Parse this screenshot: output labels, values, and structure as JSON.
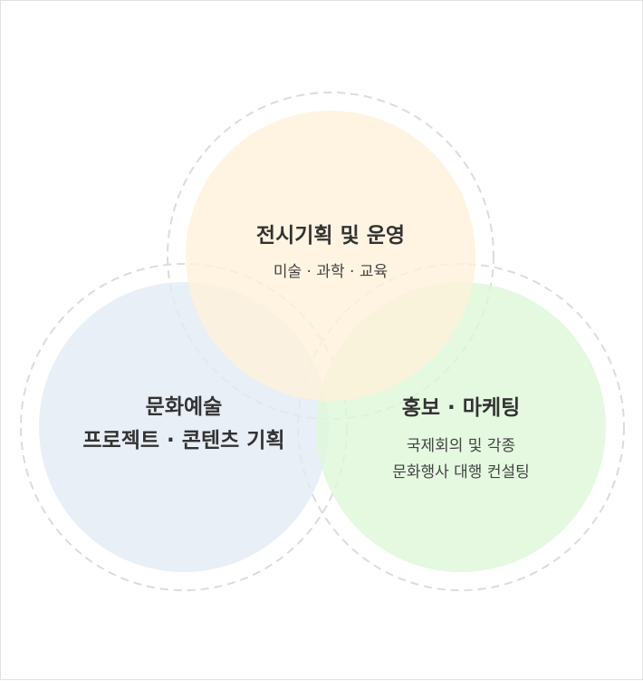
{
  "colors": {
    "top_fill": "#fef1d9",
    "left_fill": "#e3ebf5",
    "right_fill": "#ddf7d8",
    "dash_stroke": "#dcdcdc",
    "text": "#333333"
  },
  "circles": {
    "top": {
      "title": "전시기획 및 운영",
      "subtitle": "미술 · 과학 · 교육"
    },
    "left": {
      "title_line1": "문화예술",
      "title_line2": "프로젝트 · 콘텐츠 기획"
    },
    "right": {
      "title": "홍보 · 마케팅",
      "subtitle_line1": "국제회의 및 각종",
      "subtitle_line2": "문화행사 대행 컨설팅"
    }
  }
}
